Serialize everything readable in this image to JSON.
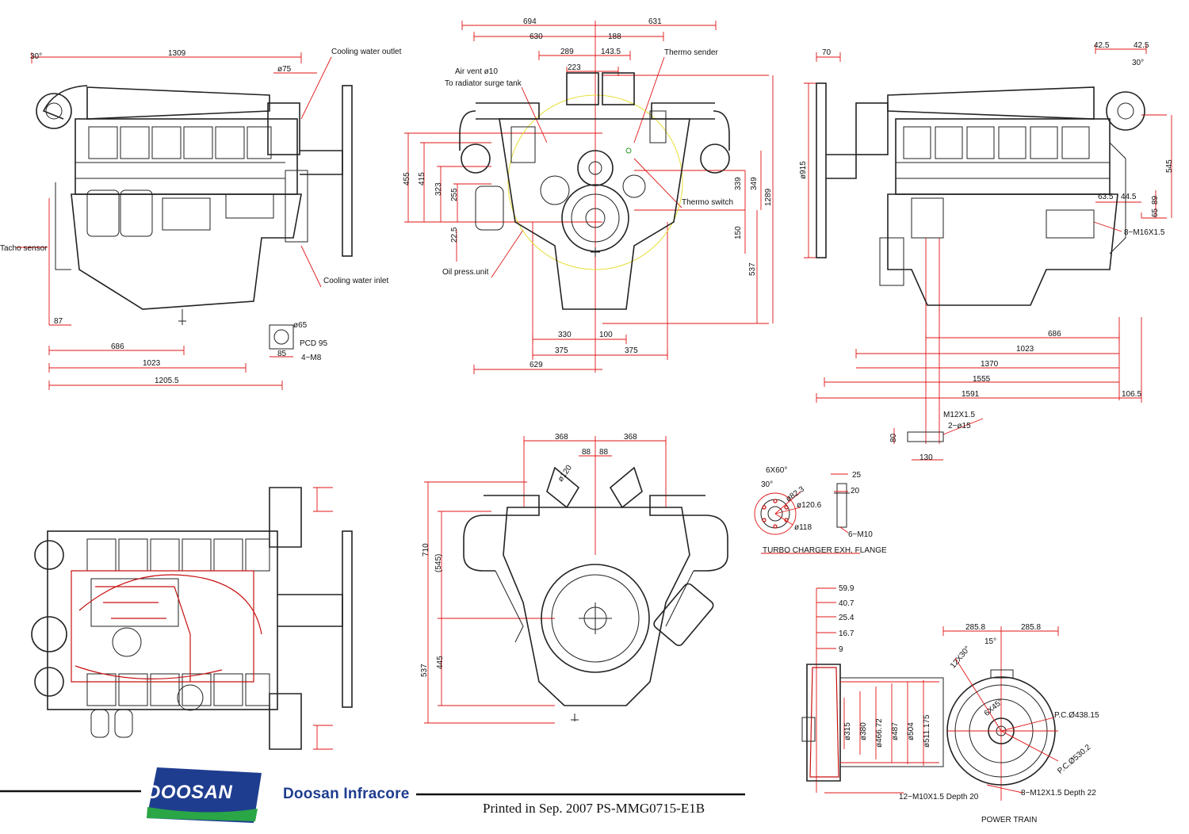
{
  "brand": {
    "logo_text": "DOOSAN",
    "company": "Doosan Infracore",
    "print_note": "Printed in Sep. 2007 PS-MMG0715-E1B",
    "logo_color": "#1f3d8f",
    "accent_color": "#2aa646"
  },
  "colors": {
    "dimension": "#e01515",
    "outline": "#222222",
    "harness": "#c81010"
  },
  "labels": {
    "cooling_water_outlet": "Cooling water outlet",
    "cooling_water_inlet": "Cooling water inlet",
    "tacho_sensor": "Tacho sensor",
    "air_vent": "Air vent ø10",
    "radiator_tank": "To radiator surge tank",
    "thermo_sender": "Thermo sender",
    "thermo_switch": "Thermo switch",
    "oil_press": "Oil press.unit",
    "turbo_flange": "TURBO CHARGER EXH. FLANGE",
    "power_train": "POWER TRAIN"
  },
  "dims": {
    "left": {
      "a30": "30°",
      "d1309": "1309",
      "d75": "ø75",
      "d87": "87",
      "d686": "686",
      "d1023": "1023",
      "d12055": "1205.5",
      "d65": "ø65",
      "pcd95": "PCD 95",
      "d85": "85",
      "m8": "4−M8"
    },
    "front": {
      "d694": "694",
      "d631": "631",
      "d630": "630",
      "d188": "188",
      "d289": "289",
      "d1435": "143.5",
      "d223": "223",
      "d455": "455",
      "d415": "415",
      "d323": "323",
      "d255": "255",
      "d225": "22.5",
      "d339": "339",
      "d349": "349",
      "d1289": "1289",
      "d150": "150",
      "d537": "537",
      "d330": "330",
      "d100": "100",
      "d375a": "375",
      "d375b": "375",
      "d629": "629"
    },
    "right": {
      "d70": "70",
      "d425a": "42.5",
      "d425b": "42.5",
      "a30": "30°",
      "d915": "ø915",
      "d545": "545",
      "d635": "63.5",
      "d445": "44.5",
      "d89": "89",
      "d65": "65",
      "m16": "8−M16X1.5",
      "d686": "686",
      "d1023": "1023",
      "d1370": "1370",
      "d1555": "1555",
      "d1591": "1591",
      "d1065": "106.5",
      "m12": "M12X1.5",
      "d15": "2−ø15",
      "d80": "80",
      "d130": "130"
    },
    "rear": {
      "d368a": "368",
      "d368b": "368",
      "d88a": "88",
      "d88b": "88",
      "d120": "ø120",
      "d710": "710",
      "d545": "(545)",
      "d445": "445",
      "d537": "537"
    },
    "flange": {
      "b6x60": "6X60°",
      "a30": "30°",
      "d823": "ø82.3",
      "d1206": "ø120.6",
      "d118": "ø118",
      "d25": "25",
      "d20": "20",
      "m10": "6−M10"
    },
    "side": {
      "d599": "59.9",
      "d407": "40.7",
      "d254": "25.4",
      "d167": "16.7",
      "d9": "9",
      "d315": "ø315",
      "d380": "ø380",
      "d46672": "ø466.72",
      "d487": "ø487",
      "d504": "ø504",
      "d511175": "ø511.175",
      "m10": "12−M10X1.5 Depth 20"
    },
    "flywheel": {
      "d2858a": "285.8",
      "d2858b": "285.8",
      "b12x30": "12X30°",
      "a15": "15°",
      "b6x45": "6X45°",
      "pc43815": "P.C.Ø438.15",
      "pc5302": "P.C.Ø530.2",
      "m12": "8−M12X1.5 Depth 22"
    }
  }
}
